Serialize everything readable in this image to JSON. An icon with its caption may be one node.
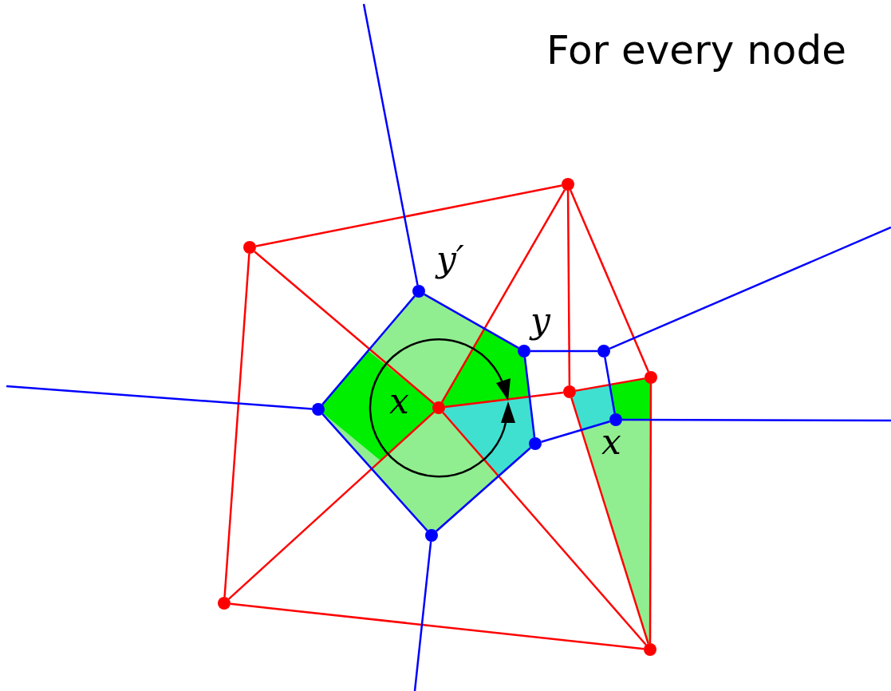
{
  "diagram": {
    "title": "For every node",
    "nodes": [
      {
        "text": [],
        "shape": "circle"
      },
      {
        "text": [],
        "shape": "circle"
      },
      {
        "text": [],
        "shape": "circle",
        "beside": [
          "y′"
        ]
      },
      {
        "text": [],
        "shape": "circle",
        "beside": [
          "y"
        ]
      },
      {
        "text": [],
        "shape": "circle"
      },
      {
        "text": [],
        "shape": "circle"
      },
      {
        "text": [],
        "shape": "circle"
      },
      {
        "text": [],
        "shape": "circle",
        "beside": [
          "x"
        ]
      },
      {
        "text": [],
        "shape": "circle"
      },
      {
        "text": [],
        "shape": "circle",
        "beside": [
          "x"
        ]
      },
      {
        "text": [],
        "shape": "circle"
      },
      {
        "text": [],
        "shape": "circle"
      },
      {
        "text": [],
        "shape": "circle"
      },
      {
        "text": [],
        "shape": "circle"
      }
    ],
    "edges": [
      {
        "from": 1,
        "to": 0,
        "arrow": "none",
        "color": "#ff0000"
      },
      {
        "from": 0,
        "to": 7,
        "arrow": "none",
        "color": "#ff0000"
      },
      {
        "from": 0,
        "to": 6,
        "arrow": "none",
        "color": "#ff0000"
      },
      {
        "from": 0,
        "to": 5,
        "arrow": "none",
        "color": "#ff0000"
      },
      {
        "from": 1,
        "to": 7,
        "arrow": "none",
        "color": "#ff0000"
      },
      {
        "from": 1,
        "to": 12,
        "arrow": "none",
        "color": "#ff0000"
      },
      {
        "from": 7,
        "to": 6,
        "arrow": "none",
        "color": "#ff0000"
      },
      {
        "from": 6,
        "to": 5,
        "arrow": "none",
        "color": "#ff0000"
      },
      {
        "from": 7,
        "to": 12,
        "arrow": "none",
        "color": "#ff0000"
      },
      {
        "from": 7,
        "to": 13,
        "arrow": "none",
        "color": "#ff0000"
      },
      {
        "from": 6,
        "to": 13,
        "arrow": "none",
        "color": "#ff0000"
      },
      {
        "from": 5,
        "to": 13,
        "arrow": "none",
        "color": "#ff0000"
      },
      {
        "from": 12,
        "to": 13,
        "arrow": "none",
        "color": "#ff0000"
      },
      {
        "from": 2,
        "to": null,
        "arrow": "none",
        "color": "#0000ff"
      },
      {
        "from": 2,
        "to": 3,
        "arrow": "none",
        "color": "#0000ff"
      },
      {
        "from": 2,
        "to": 8,
        "arrow": "none",
        "color": "#0000ff"
      },
      {
        "from": 3,
        "to": 4,
        "arrow": "none",
        "color": "#0000ff"
      },
      {
        "from": 3,
        "to": 10,
        "arrow": "none",
        "color": "#0000ff"
      },
      {
        "from": 4,
        "to": 9,
        "arrow": "none",
        "color": "#0000ff"
      },
      {
        "from": 4,
        "to": null,
        "arrow": "none",
        "color": "#0000ff"
      },
      {
        "from": 8,
        "to": null,
        "arrow": "none",
        "color": "#0000ff"
      },
      {
        "from": 8,
        "to": 11,
        "arrow": "none",
        "color": "#0000ff"
      },
      {
        "from": 9,
        "to": 10,
        "arrow": "none",
        "color": "#0000ff"
      },
      {
        "from": 9,
        "to": null,
        "arrow": "none",
        "color": "#0000ff"
      },
      {
        "from": 10,
        "to": 11,
        "arrow": "none",
        "color": "#0000ff"
      },
      {
        "from": 11,
        "to": null,
        "arrow": "none",
        "color": "#0000ff"
      }
    ]
  }
}
